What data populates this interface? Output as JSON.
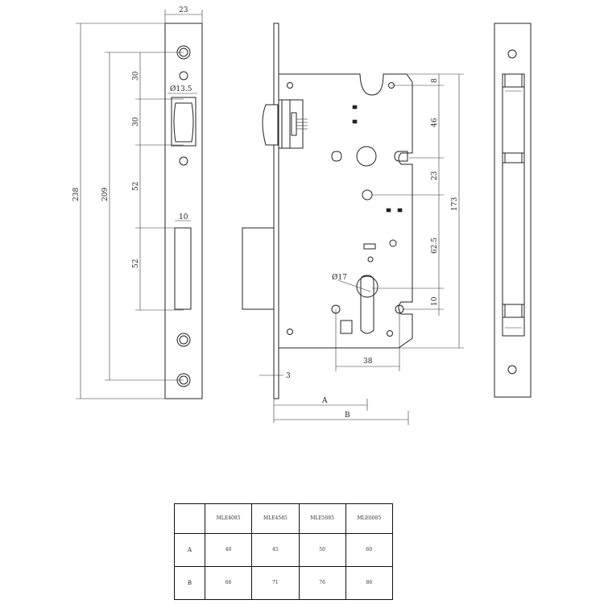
{
  "dimensions": {
    "faceplate_width": "23",
    "overall_height": "238",
    "fixing_span": "209",
    "dim_30a": "30",
    "dim_30b": "30",
    "latch_dia": "Ø13.5",
    "dim_52a": "52",
    "dim_52b": "52",
    "bolt_width": "10",
    "right_8": "8",
    "right_46": "46",
    "right_23": "23",
    "right_62_5": "62.5",
    "right_10": "10",
    "right_173": "173",
    "cylinder_dia": "Ø17",
    "bottom_38": "38",
    "plate_3": "3",
    "label_a": "A",
    "label_b": "B"
  },
  "table": {
    "corner": "",
    "columns": [
      "MLE4085",
      "MLE4585",
      "MLE5085",
      "MLE6085"
    ],
    "rows": [
      {
        "label": "A",
        "values": [
          "40",
          "45",
          "50",
          "60"
        ]
      },
      {
        "label": "B",
        "values": [
          "66",
          "71",
          "76",
          "86"
        ]
      }
    ]
  }
}
